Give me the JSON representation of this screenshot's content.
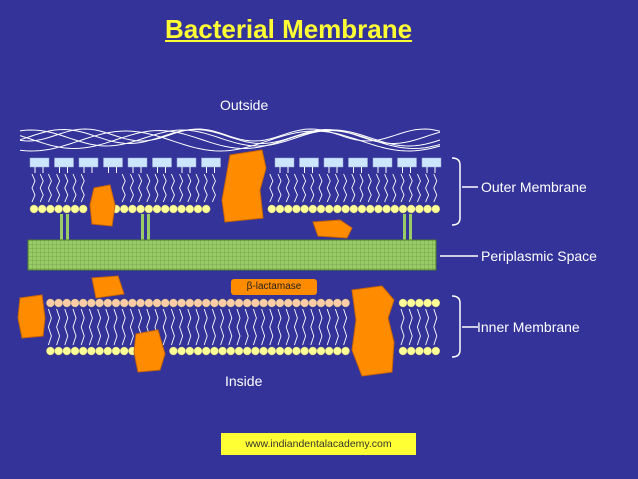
{
  "title": "Bacterial Membrane",
  "labels": {
    "outside": "Outside",
    "inside": "Inside",
    "outer_membrane": "Outer Membrane",
    "periplasmic_space": "Periplasmic Space",
    "inner_membrane": "Inner Membrane",
    "enzyme": "β-lactamase"
  },
  "footer": {
    "website": "www.indiandentalacademy.com"
  },
  "colors": {
    "background": "#333399",
    "title": "#ffff33",
    "lipid_head": "#ffff99",
    "lps_head": "#cce6ff",
    "inner_head_top": "#ffccaa",
    "peptidoglycan": "#99cc66",
    "protein": "#ff8c00",
    "lipoprotein": "#99cc66"
  }
}
